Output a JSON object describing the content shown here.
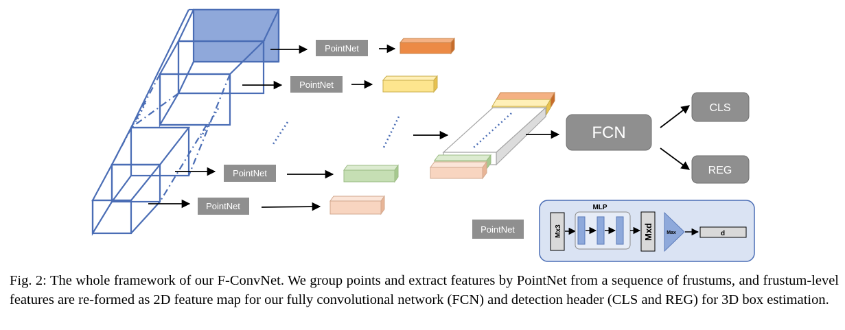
{
  "diagram": {
    "pointnet_label": "PointNet",
    "fcn_label": "FCN",
    "cls_label": "CLS",
    "reg_label": "REG",
    "mlp_label": "MLP",
    "mx3_label": "Mx3",
    "mxd_label": "Mxd",
    "max_label": "Max",
    "d_label": "d",
    "colors": {
      "frustum": "#4a6db5",
      "frustum_fill": "#8fa8da",
      "gray_box": "#8f8f8f",
      "orange": "#ec8a45",
      "yellow": "#fde58e",
      "green": "#c6dfb4",
      "peach": "#f8d5c0",
      "legend_bg": "#dae3f3",
      "mlp_block": "#8ea9db"
    }
  },
  "caption": {
    "text": "Fig. 2: The whole framework of our F-ConvNet. We group points and extract features by PointNet from a sequence of frustums, and frustum-level features are re-formed as 2D feature map for our fully convolutional network (FCN) and detection header (CLS and REG) for 3D box estimation."
  }
}
